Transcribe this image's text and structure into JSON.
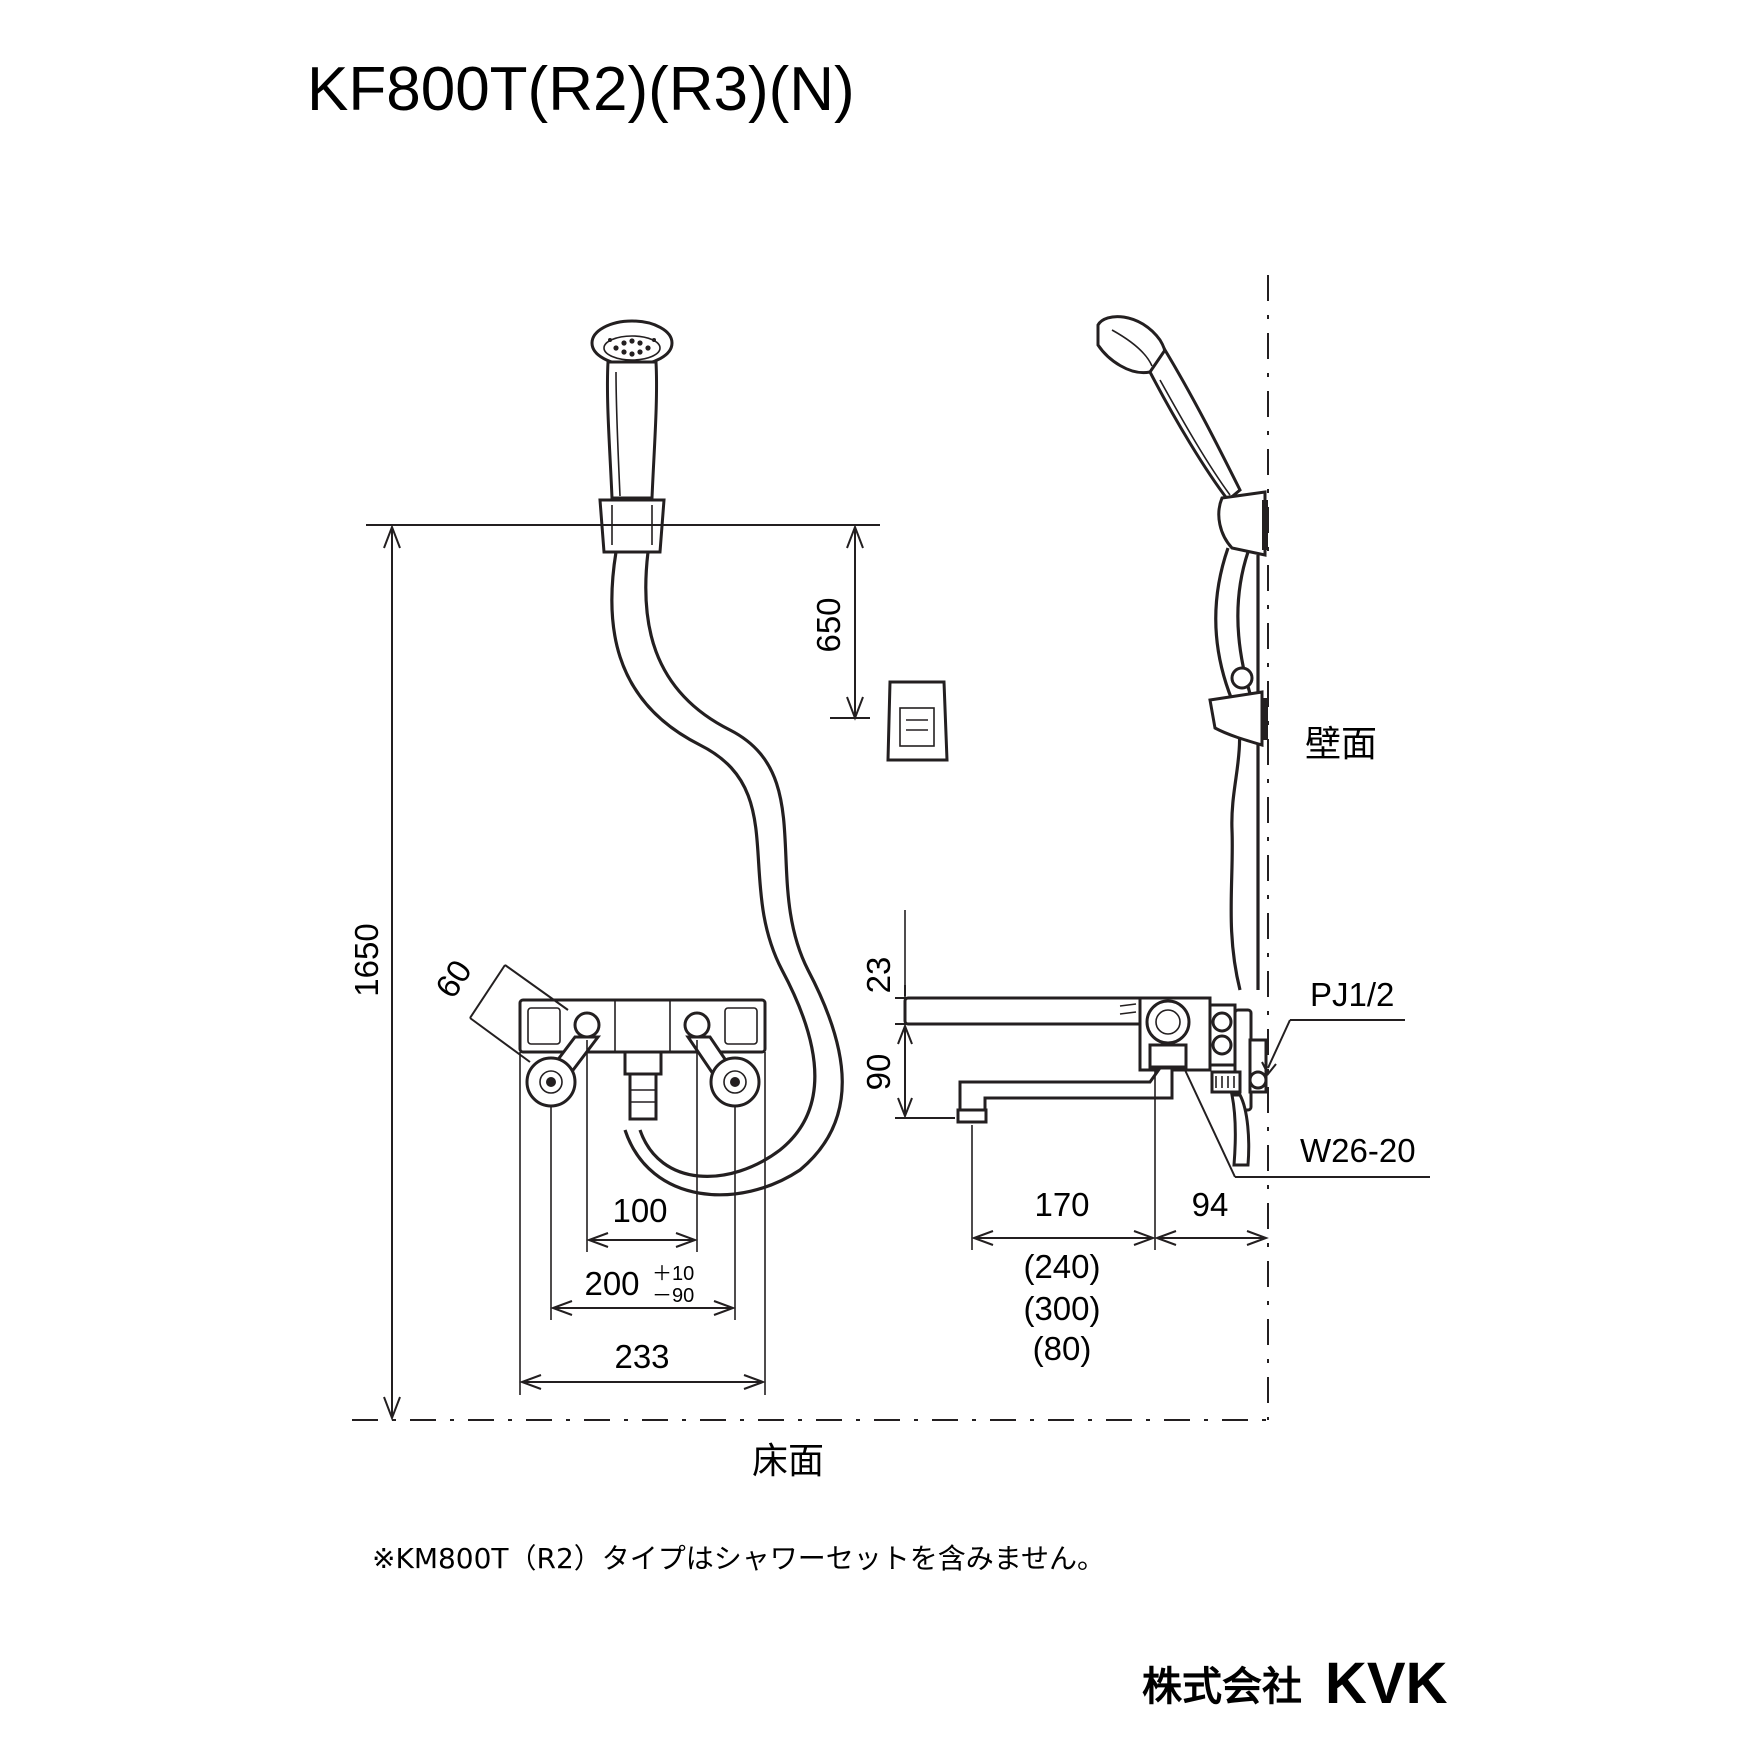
{
  "title": "KF800T(R2)(R3)(N)",
  "dimensions": {
    "total_height": "1650",
    "hanger_distance": "650",
    "handle_angle": "60",
    "inner_spacing": "100",
    "pitch": "200",
    "pitch_tol_plus": "＋10",
    "pitch_tol_minus": "－90",
    "body_width": "233",
    "upper_height": "23",
    "lower_height": "90",
    "spout_length": "170",
    "wall_offset": "94",
    "alt_spout_1": "(240)",
    "alt_spout_2": "(300)",
    "alt_spout_3": "(80)"
  },
  "callouts": {
    "pipe_thread": "PJ1/2",
    "union_thread": "W26-20"
  },
  "labels": {
    "wall": "壁面",
    "floor": "床面"
  },
  "note": "※KM800T（R2）タイプはシャワーセットを含みません。",
  "brand": {
    "company": "株式会社",
    "logo": "KVK"
  }
}
